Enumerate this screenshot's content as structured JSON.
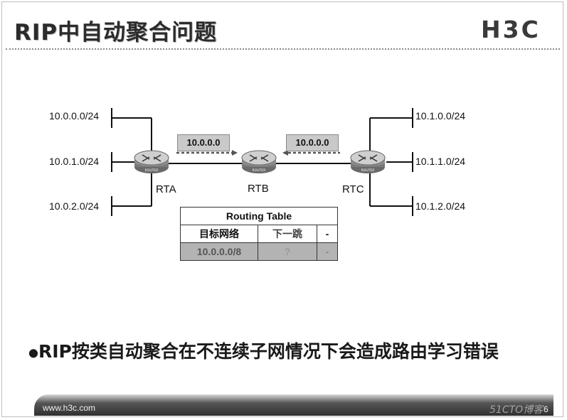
{
  "slide": {
    "title": "RIP中自动聚合问题",
    "logo": "H3C",
    "footer_url": "www.h3c.com",
    "page_number": "6",
    "watermark": "51CTO博客"
  },
  "diagram": {
    "left_networks": [
      "10.0.0.0/24",
      "10.0.1.0/24",
      "10.0.2.0/24"
    ],
    "right_networks": [
      "10.1.0.0/24",
      "10.1.1.0/24",
      "10.1.2.0/24"
    ],
    "routers": {
      "rta": "RTA",
      "rtb": "RTB",
      "rtc": "RTC",
      "badge": "ROUTER"
    },
    "updates": {
      "from_rta": "10.0.0.0",
      "from_rtc": "10.0.0.0"
    }
  },
  "routing_table": {
    "caption": "Routing Table",
    "headers": [
      "目标网络",
      "下一跳",
      "-"
    ],
    "rows": [
      [
        "10.0.0.0/8",
        "?",
        "-"
      ]
    ]
  },
  "bullet": {
    "text": "RIP按类自动聚合在不连续子网情况下会造成路由学习错误"
  }
}
